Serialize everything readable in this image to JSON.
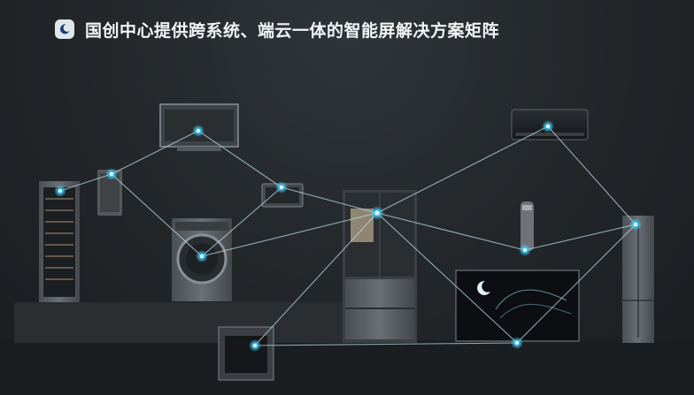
{
  "header": {
    "title": "国创中心提供跨系统、端云一体的智能屏解决方案矩阵",
    "badge_icon": "crescent-moon-icon"
  },
  "colors": {
    "accent": "#3fd2ff",
    "background": "#24282b",
    "title": "#f2f4f5"
  },
  "appliances": [
    "wine-cabinet",
    "water-heater",
    "range-hood",
    "washing-machine",
    "smart-panel",
    "refrigerator",
    "air-conditioner",
    "air-purifier",
    "smart-tv",
    "upright-refrigerator",
    "built-in-oven"
  ]
}
